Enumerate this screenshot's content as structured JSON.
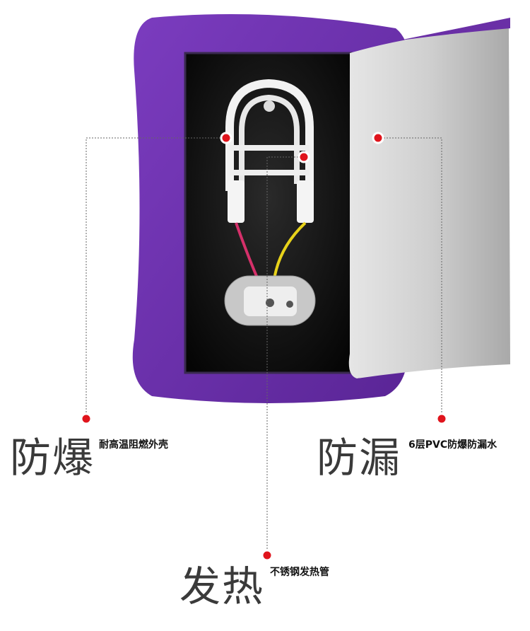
{
  "features": [
    {
      "title": "防爆",
      "desc": "耐高温阻燃外壳"
    },
    {
      "title": "防漏",
      "desc": "6层PVC防爆防漏水"
    },
    {
      "title": "发热",
      "desc": "不锈钢发热管"
    }
  ],
  "colors": {
    "purple": "#6a2fa6",
    "marker": "#e0141c",
    "panel": "#111111",
    "sheet": "#c9c9c9"
  }
}
